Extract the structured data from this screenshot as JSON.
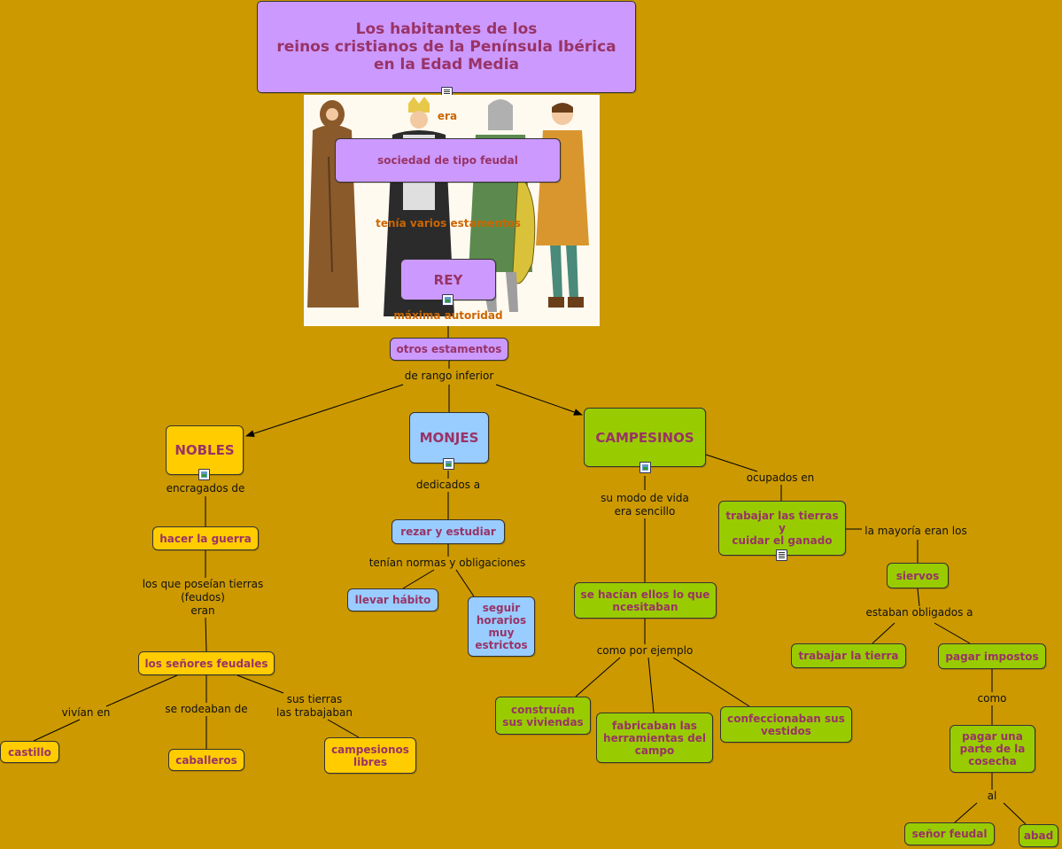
{
  "title": "Los habitantes de los\nreinos cristianos de la Península Ibérica\nen la Edad Media",
  "nodes": {
    "sociedad": "sociedad de tipo feudal",
    "rey": "REY",
    "otros": "otros estamentos",
    "nobles": "NOBLES",
    "monjes": "MONJES",
    "campesinos": "CAMPESINOS",
    "hacer_guerra": "hacer la guerra",
    "senores_feudales": "los señores feudales",
    "castillo": "castillo",
    "caballeros": "caballeros",
    "campesinos_libres": "campesionos\nlibres",
    "rezar": "rezar y estudiar",
    "llevar_habito": "llevar hábito",
    "seguir_horarios": "seguir\nhorarios\nmuy\nestrictos",
    "hacian_ellos": "se hacían ellos lo que\nncesitaban",
    "construian": "construían\nsus viviendas",
    "fabricaban": "fabricaban las\nherramientas del\ncampo",
    "confeccionaban": "confeccionaban sus\nvestidos",
    "trabajar_tierras": "trabajar las tierras\ny\ncuidar el ganado",
    "siervos": "siervos",
    "trabajar_tierra": "trabajar la tierra",
    "pagar_impostos": "pagar impostos",
    "pagar_parte": "pagar una\nparte de la\ncosecha",
    "senor_feudal": "señor feudal",
    "abad": "abad"
  },
  "labels": {
    "era": "era",
    "tenia_varios": "tenía varios estamentos",
    "maxima": "máxima autoridad",
    "rango_inferior": "de rango inferior",
    "encragados": "encragados de",
    "poseian": "los que poseían tierras\n(feudos)\neran",
    "vivian": "vivían en",
    "rodeaban": "se rodeaban de",
    "sus_tierras": "sus tierras\nlas trabajaban",
    "dedicados": "dedicados a",
    "normas": "tenían normas y obligaciones",
    "modo_vida": "su modo de vida\nera sencillo",
    "como_ejemplo": "como por ejemplo",
    "ocupados": "ocupados en",
    "mayoria": "la mayoría eran los",
    "obligados": "estaban obligados a",
    "como": "como",
    "al": "al"
  },
  "colors": {
    "background": "#cc9900",
    "lilac": "#cc99ff",
    "yellow": "#ffcc00",
    "blue": "#99ccff",
    "green": "#99cc00",
    "node_text": "#993366",
    "orange_label": "#cc6600"
  }
}
